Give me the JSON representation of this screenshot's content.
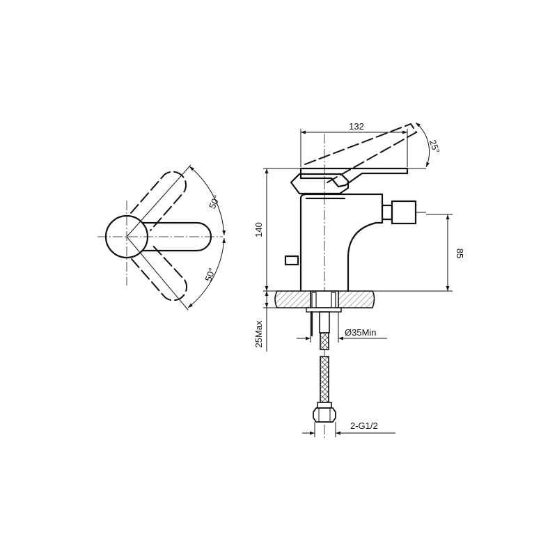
{
  "dimensions": {
    "width_top": "132",
    "lever_tilt": "25°",
    "rotate_upper": "50°",
    "rotate_lower": "50°",
    "height_total": "140",
    "spout_height": "85",
    "deck_thickness": "25Max",
    "hole_diameter": "Ø35Min",
    "connection": "2-G1/2"
  }
}
